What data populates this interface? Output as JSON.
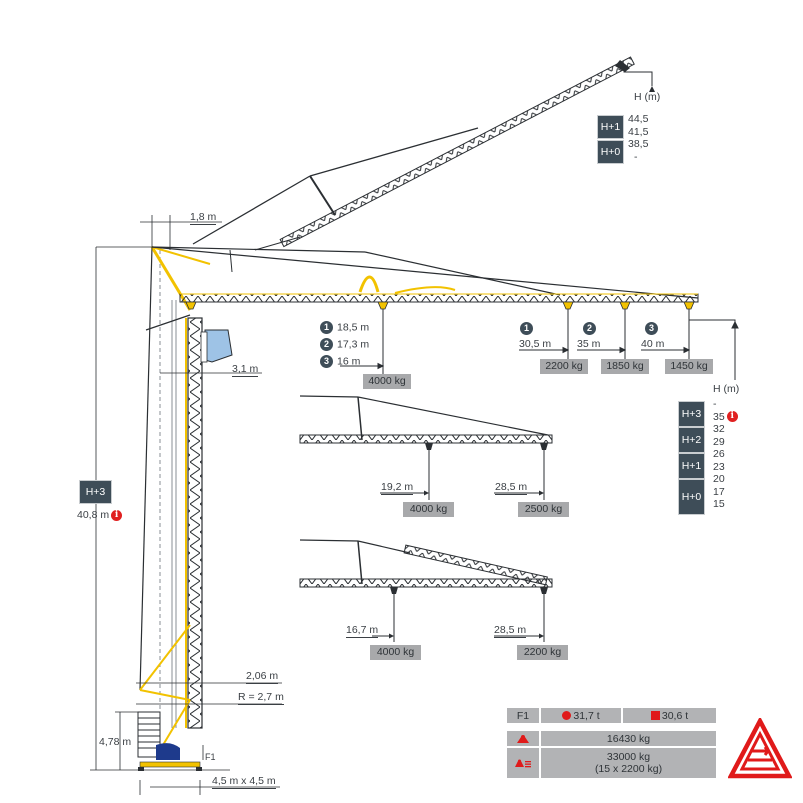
{
  "colors": {
    "crane_yellow": "#f2c200",
    "steel": "#3a3f44",
    "label_bg": "#a8a9ab",
    "height_box": "#3e4d58",
    "accent_red": "#e01a1a",
    "cab_blue": "#9ec3e6",
    "base_blue": "#1e3a8c"
  },
  "luffing_config": {
    "h_unit": "H (m)",
    "boxes": [
      {
        "label": "H+1"
      },
      {
        "label": "H+0"
      }
    ],
    "values": [
      "44,5",
      "41,5",
      "38,5",
      "-"
    ]
  },
  "dimensions": {
    "top_offset": "1,8 m",
    "cab_offset": "3,1 m",
    "tower_height_box": "H+3",
    "tower_height": "40,8 m",
    "ballast_height": "4,78 m",
    "offset_206": "2,06 m",
    "radius": "R = 2,7 m",
    "base": "4,5 m x 4,5 m",
    "force_label": "F1"
  },
  "main_jib": {
    "inner_trolley": {
      "radii": [
        {
          "n": "1",
          "value": "18,5 m"
        },
        {
          "n": "2",
          "value": "17,3 m"
        },
        {
          "n": "3",
          "value": "16 m"
        }
      ],
      "load": "4000 kg"
    },
    "tip_loads": [
      {
        "n": "1",
        "radius": "30,5 m",
        "load": "2200 kg"
      },
      {
        "n": "2",
        "radius": "35 m",
        "load": "1850 kg"
      },
      {
        "n": "3",
        "radius": "40 m",
        "load": "1450 kg"
      }
    ]
  },
  "tower_config": {
    "h_unit": "H (m)",
    "boxes": [
      {
        "label": "H+3"
      },
      {
        "label": "H+2"
      },
      {
        "label": "H+1"
      },
      {
        "label": "H+0"
      }
    ],
    "values": [
      "-",
      "35",
      "32",
      "29",
      "26",
      "23",
      "20",
      "17",
      "15"
    ],
    "info_on": "35"
  },
  "jib_variant_1": {
    "inner_radius": "19,2 m",
    "inner_load": "4000 kg",
    "tip_radius": "28,5 m",
    "tip_load": "2500 kg"
  },
  "jib_variant_2": {
    "inner_radius": "16,7 m",
    "inner_load": "4000 kg",
    "tip_radius": "28,5 m",
    "tip_load": "2200 kg"
  },
  "specs_table": {
    "f1_label": "F1",
    "f1_circle": "31,7 t",
    "f1_square": "30,6 t",
    "weight": "16430 kg",
    "ballast": "33000 kg",
    "ballast_detail": "(15 x 2200 kg)",
    "weight_icon": "weight-icon",
    "ballast_icon": "ballast-stack-icon"
  },
  "logo": {
    "icon": "triangle-arrow-logo",
    "color": "#e01a1a"
  }
}
